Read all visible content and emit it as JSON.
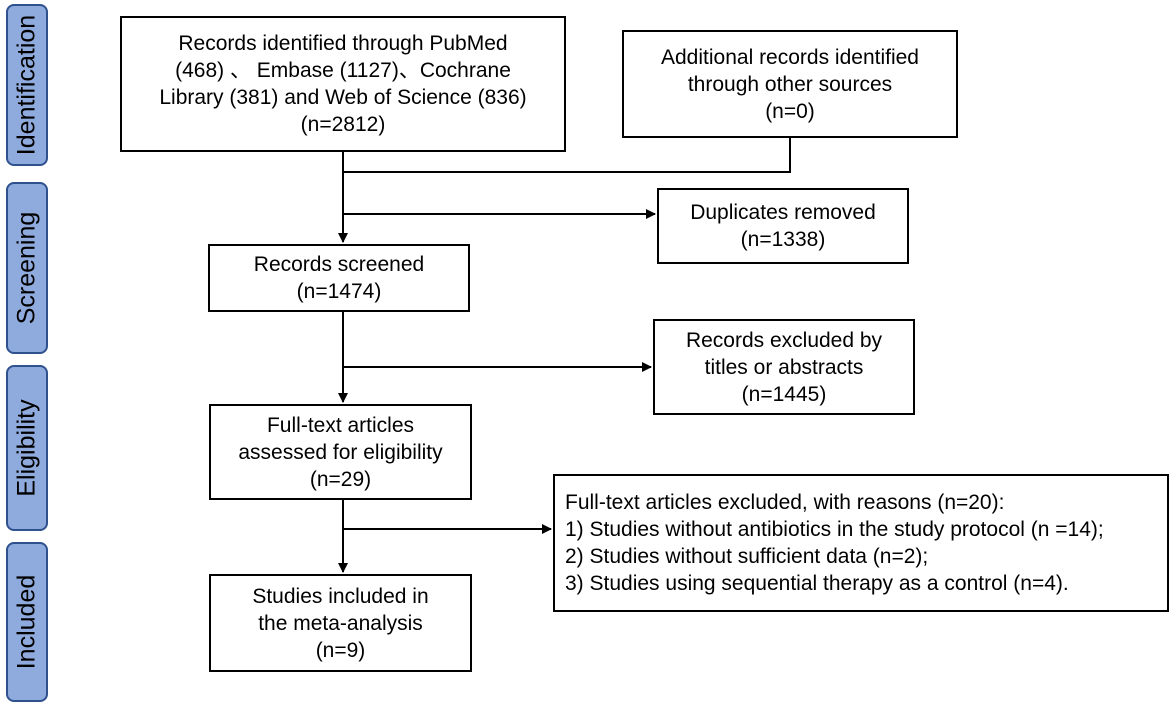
{
  "phases": {
    "identification": "Identification",
    "screening": "Screening",
    "eligibility": "Eligibility",
    "included": "Included"
  },
  "boxes": {
    "records_identified": [
      "Records identified through PubMed",
      "(468) 、 Embase (1127)、Cochrane",
      "Library (381) and Web of Science (836)",
      "(n=2812)"
    ],
    "additional_records": [
      "Additional records identified",
      "through other sources",
      "(n=0)"
    ],
    "duplicates_removed": [
      "Duplicates removed",
      "(n=1338)"
    ],
    "records_screened": [
      "Records screened",
      "(n=1474)"
    ],
    "records_excluded": [
      "Records excluded by",
      "titles or abstracts",
      "(n=1445)"
    ],
    "fulltext_assessed": [
      "Full-text articles",
      "assessed for eligibility",
      "(n=29)"
    ],
    "fulltext_excluded": [
      "Full-text articles excluded, with reasons (n=20):",
      "1) Studies without antibiotics in the study protocol (n =14);",
      "2) Studies without sufficient data (n=2);",
      "3) Studies using sequential therapy as a control (n=4)."
    ],
    "studies_included": [
      "Studies included in",
      "the meta-analysis",
      "(n=9)"
    ]
  },
  "colors": {
    "phase_fill": "#8faadc",
    "phase_border": "#2f528f",
    "box_border": "#000000",
    "arrow": "#000000"
  }
}
